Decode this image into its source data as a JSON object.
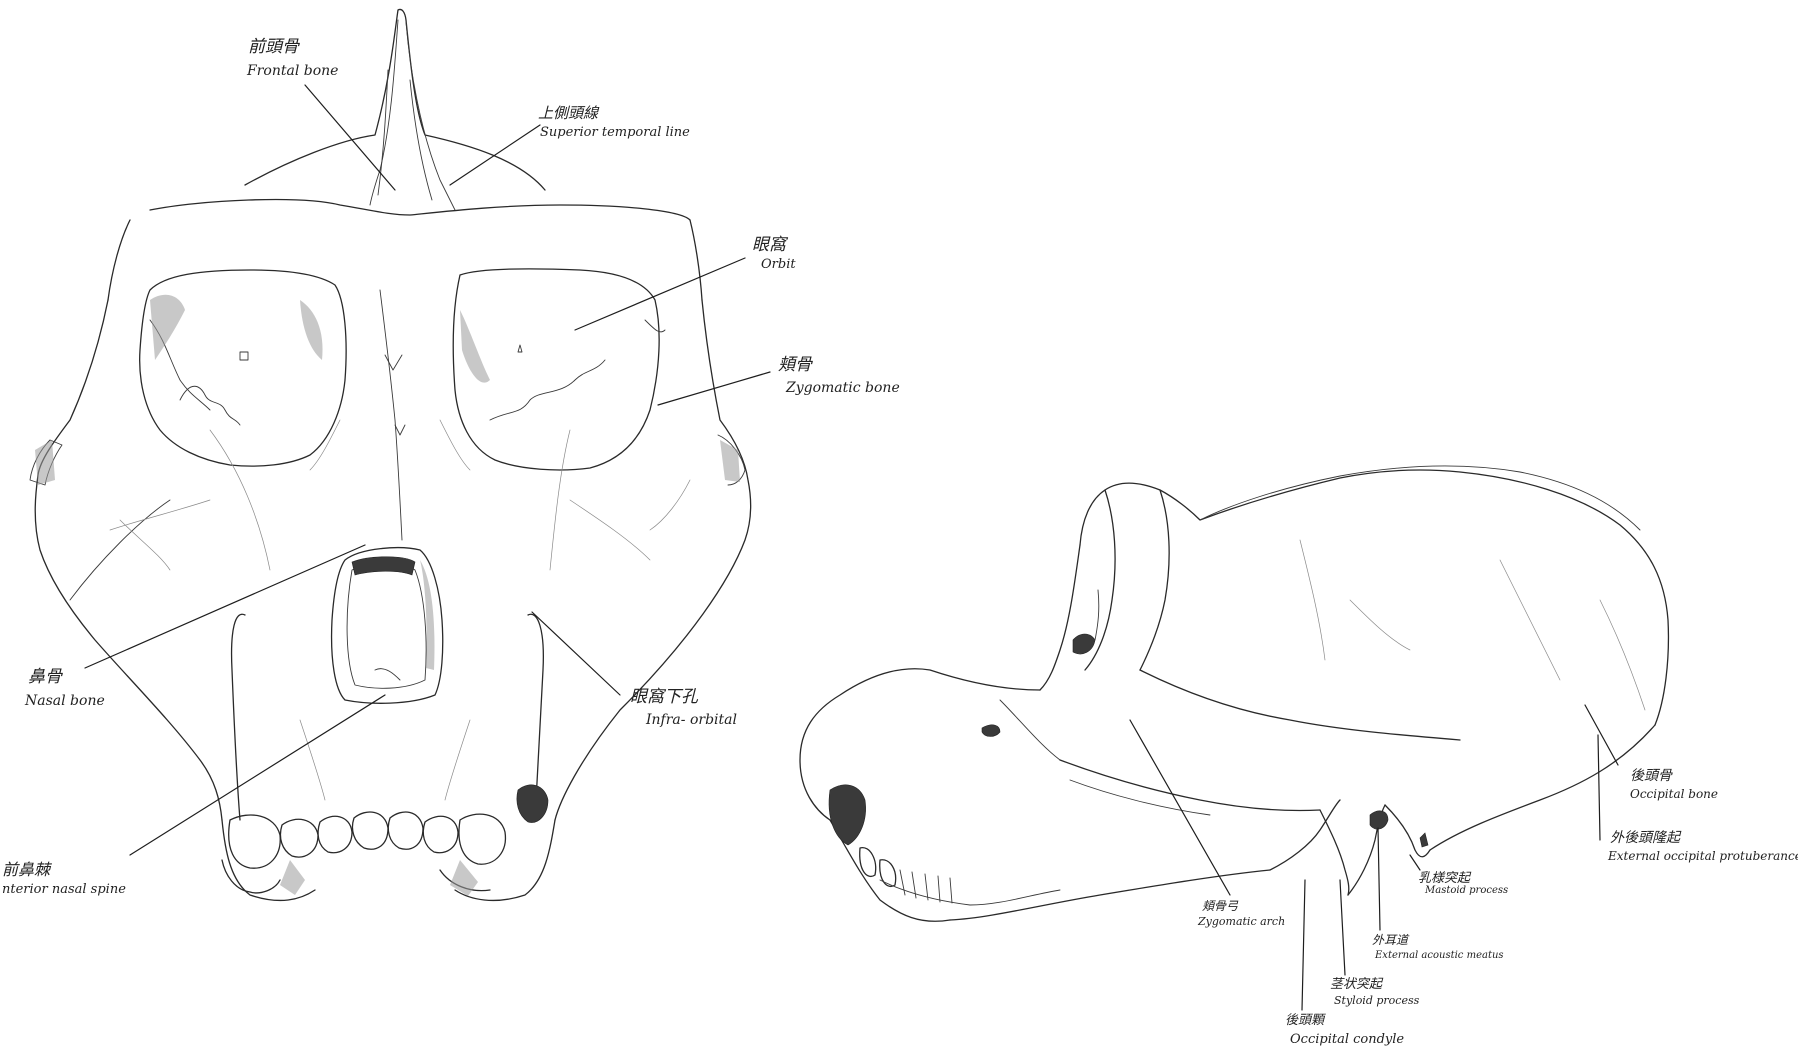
{
  "figure": {
    "front_view": {
      "labels": [
        {
          "id": "frontal-bone",
          "jp": "前頭骨",
          "en": "Frontal bone"
        },
        {
          "id": "superior-temporal-line",
          "jp": "上側頭線",
          "en": "Superior temporal line"
        },
        {
          "id": "orbit",
          "jp": "眼窩",
          "en": "Orbit"
        },
        {
          "id": "zygomatic-bone",
          "jp": "頬骨",
          "en": "Zygomatic bone"
        },
        {
          "id": "nasal-bone",
          "jp": "鼻骨",
          "en": "Nasal bone"
        },
        {
          "id": "infra-orbital",
          "jp": "眼窩下孔",
          "en": "Infra- orbital"
        },
        {
          "id": "anterior-nasal-spine",
          "jp": "前鼻棘",
          "en": "nterior nasal spine"
        }
      ]
    },
    "side_view": {
      "labels": [
        {
          "id": "occipital-bone",
          "jp": "後頭骨",
          "en": "Occipital bone"
        },
        {
          "id": "external-occipital-protuberance",
          "jp": "外後頭隆起",
          "en": "External occipital protuberance"
        },
        {
          "id": "mastoid-process",
          "jp": "乳様突起",
          "en": "Mastoid process"
        },
        {
          "id": "zygomatic-arch",
          "jp": "頬骨弓",
          "en": "Zygomatic arch"
        },
        {
          "id": "external-acoustic-meatus",
          "jp": "外耳道",
          "en": "External acoustic meatus"
        },
        {
          "id": "styloid-process",
          "jp": "茎状突起",
          "en": "Styloid process"
        },
        {
          "id": "occipital-condyle",
          "jp": "後頭顆",
          "en": "Occipital condyle"
        }
      ]
    }
  }
}
